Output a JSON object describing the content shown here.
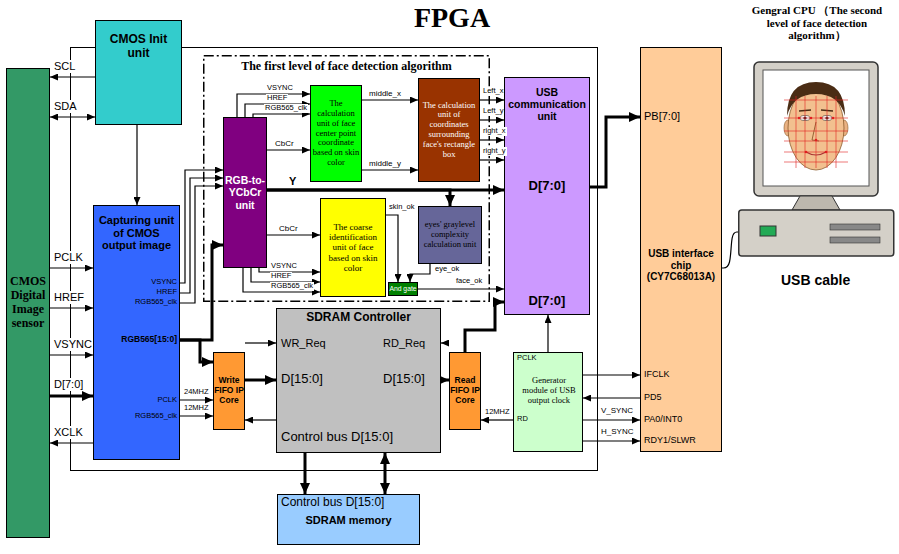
{
  "diagram": {
    "nodes": [
      {
        "text": [
          "CMOS Digital Image sensor"
        ]
      },
      {
        "text": [
          "FPGA"
        ]
      },
      {
        "text": [
          "CMOS Init unit"
        ],
        "in": 1
      },
      {
        "text": [
          "Capturing unit of CMOS output image",
          "VSYNC",
          "HREF",
          "RGB565_clk",
          "RGB565[15:0]",
          "PCLK",
          "RGB565_clk"
        ],
        "in": 1
      },
      {
        "text": [
          "The first level of face detection algorithm"
        ],
        "in": 1
      },
      {
        "text": [
          "RGB-to-YCbCr unit"
        ],
        "in": 4
      },
      {
        "text": [
          "The calculation unit of face center point coordinate based on skin color"
        ],
        "in": 4
      },
      {
        "text": [
          "The calculation unit of coordinates surrounding face's rectangle box"
        ],
        "in": 4
      },
      {
        "text": [
          "The coarse identification unit of face based on skin color"
        ],
        "in": 4
      },
      {
        "text": [
          "eyes' graylevel complexity calculation unit"
        ],
        "in": 4
      },
      {
        "text": [
          "And gate"
        ],
        "in": 4
      },
      {
        "text": [
          "USB communication unit",
          "D[7:0]",
          "D[7:0]"
        ],
        "in": 1
      },
      {
        "text": [
          "Write FIFO IP Core"
        ],
        "in": 1
      },
      {
        "text": [
          "SDRAM Controller",
          "WR_Req",
          "RD_Req",
          "D[15:0]",
          "D[15:0]",
          "Control bus D[15:0]"
        ],
        "in": 1
      },
      {
        "text": [
          "Read FIFO IP Core"
        ],
        "in": 1
      },
      {
        "text": [
          "PCLK",
          "Generator module of USB output clock",
          "RD"
        ],
        "in": 1
      },
      {
        "text": [
          "Control bus D[15:0]",
          "SDRAM memory"
        ]
      },
      {
        "text": [
          "PB[7:0]",
          "USB interface chip (CY7C68013A)",
          "IFCLK",
          "PD5",
          "PA0/INT0",
          "RDY1/SLWR"
        ]
      },
      {
        "text": [
          "Gengral CPU （The second level of face detection algorithm）"
        ]
      }
    ],
    "edges": [
      {
        "from": 2,
        "to": 0,
        "label": "SCL",
        "arrow": "to"
      },
      {
        "from": 0,
        "to": 2,
        "label": "SDA",
        "arrow": "both"
      },
      {
        "from": 0,
        "to": 3,
        "label": "PCLK",
        "arrow": "to"
      },
      {
        "from": 0,
        "to": 3,
        "label": "HREF",
        "arrow": "to"
      },
      {
        "from": 0,
        "to": 3,
        "label": "VSYNC",
        "arrow": "to"
      },
      {
        "from": 0,
        "to": 3,
        "label": "D[7:0]",
        "arrow": "to"
      },
      {
        "from": 3,
        "to": 0,
        "label": "XCLK",
        "arrow": "to"
      },
      {
        "from": 2,
        "to": 3,
        "arrow": "to"
      },
      {
        "from": 3,
        "to": 5,
        "arrow": "to"
      },
      {
        "from": 3,
        "to": 5,
        "arrow": "to"
      },
      {
        "from": 3,
        "to": 5,
        "arrow": "to"
      },
      {
        "from": 3,
        "to": 5,
        "arrow": "to"
      },
      {
        "from": 3,
        "to": 12,
        "arrow": "to"
      },
      {
        "from": 3,
        "to": 12,
        "label": "24MHZ",
        "arrow": "to"
      },
      {
        "from": 3,
        "to": 12,
        "label": "12MHZ",
        "arrow": "to"
      },
      {
        "from": 5,
        "to": 6,
        "label": "VSYNC",
        "arrow": "to"
      },
      {
        "from": 5,
        "to": 6,
        "label": "HREF",
        "arrow": "to"
      },
      {
        "from": 5,
        "to": 6,
        "label": "RGB565_clk",
        "arrow": "to"
      },
      {
        "from": 5,
        "to": 6,
        "label": "CbCr",
        "arrow": "to"
      },
      {
        "from": 5,
        "to": 11,
        "label": "Y",
        "arrow": "to"
      },
      {
        "from": 5,
        "to": 9,
        "arrow": "to"
      },
      {
        "from": 5,
        "to": 8,
        "label": "CbCr",
        "arrow": "to"
      },
      {
        "from": 5,
        "to": 8,
        "label": "VSYNC",
        "arrow": "to"
      },
      {
        "from": 5,
        "to": 8,
        "label": "HREF",
        "arrow": "to"
      },
      {
        "from": 5,
        "to": 8,
        "label": "RGB565_clk",
        "arrow": "to"
      },
      {
        "from": 6,
        "to": 7,
        "label": "middle_x",
        "arrow": "to"
      },
      {
        "from": 6,
        "to": 7,
        "label": "middle_y",
        "arrow": "to"
      },
      {
        "from": 7,
        "to": 11,
        "label": "Left_x",
        "arrow": "to"
      },
      {
        "from": 7,
        "to": 11,
        "label": "Left_y",
        "arrow": "to"
      },
      {
        "from": 7,
        "to": 11,
        "label": "right_x",
        "arrow": "to"
      },
      {
        "from": 7,
        "to": 11,
        "label": "right_y",
        "arrow": "to"
      },
      {
        "from": 8,
        "to": 10,
        "label": "skin_ok",
        "arrow": "to"
      },
      {
        "from": 9,
        "to": 10,
        "label": "eye_ok",
        "arrow": "to"
      },
      {
        "from": 10,
        "to": 11,
        "label": "face_ok",
        "arrow": "to"
      },
      {
        "from": 12,
        "to": 13,
        "arrow": "to"
      },
      {
        "from": 12,
        "to": 13,
        "arrow": "to"
      },
      {
        "from": 13,
        "to": 12,
        "arrow": "to"
      },
      {
        "from": 14,
        "to": 13,
        "arrow": "to"
      },
      {
        "from": 13,
        "to": 14,
        "arrow": "to"
      },
      {
        "from": 14,
        "to": 11,
        "arrow": "to"
      },
      {
        "from": 15,
        "to": 14,
        "label": "12MHZ",
        "arrow": "to"
      },
      {
        "from": 15,
        "to": 11,
        "arrow": "to"
      },
      {
        "from": 11,
        "to": 17,
        "arrow": "to"
      },
      {
        "from": 15,
        "to": 17,
        "arrow": "to"
      },
      {
        "from": 17,
        "to": 15,
        "arrow": "to"
      },
      {
        "from": 15,
        "to": 17,
        "label": "V_SYNC",
        "arrow": "to"
      },
      {
        "from": 15,
        "to": 17,
        "label": "H_SYNC",
        "arrow": "to"
      },
      {
        "from": 13,
        "to": 16,
        "arrow": "to"
      },
      {
        "from": 13,
        "to": 16,
        "arrow": "both"
      },
      {
        "from": 17,
        "to": 18,
        "label": "USB cable",
        "arrow": "none"
      }
    ]
  }
}
